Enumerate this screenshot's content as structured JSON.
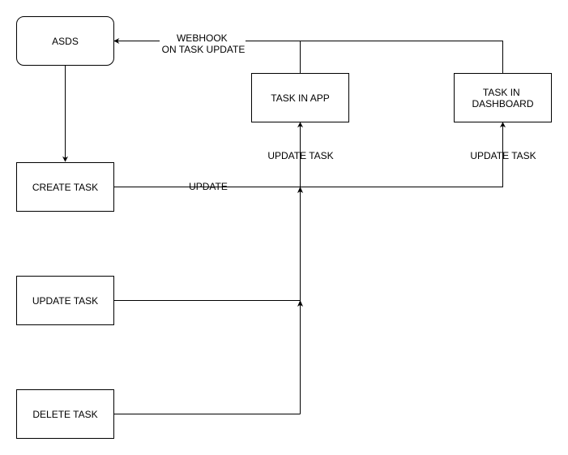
{
  "colors": {
    "stroke": "#000000",
    "fill": "#ffffff",
    "text": "#000000"
  },
  "nodes": {
    "asds": {
      "label": "ASDS"
    },
    "create_task": {
      "label": "CREATE TASK"
    },
    "update_task": {
      "label": "UPDATE TASK"
    },
    "delete_task": {
      "label": "DELETE TASK"
    },
    "task_in_app": {
      "label": "TASK IN APP"
    },
    "task_in_dashboard": {
      "label_line1": "TASK IN",
      "label_line2": "DASHBOARD"
    }
  },
  "edges": {
    "webhook": {
      "label_line1": "WEBHOOK",
      "label_line2": "ON TASK UPDATE"
    },
    "update": {
      "label": "UPDATE"
    },
    "update_task_app": {
      "label": "UPDATE TASK"
    },
    "update_task_dashboard": {
      "label": "UPDATE TASK"
    }
  }
}
